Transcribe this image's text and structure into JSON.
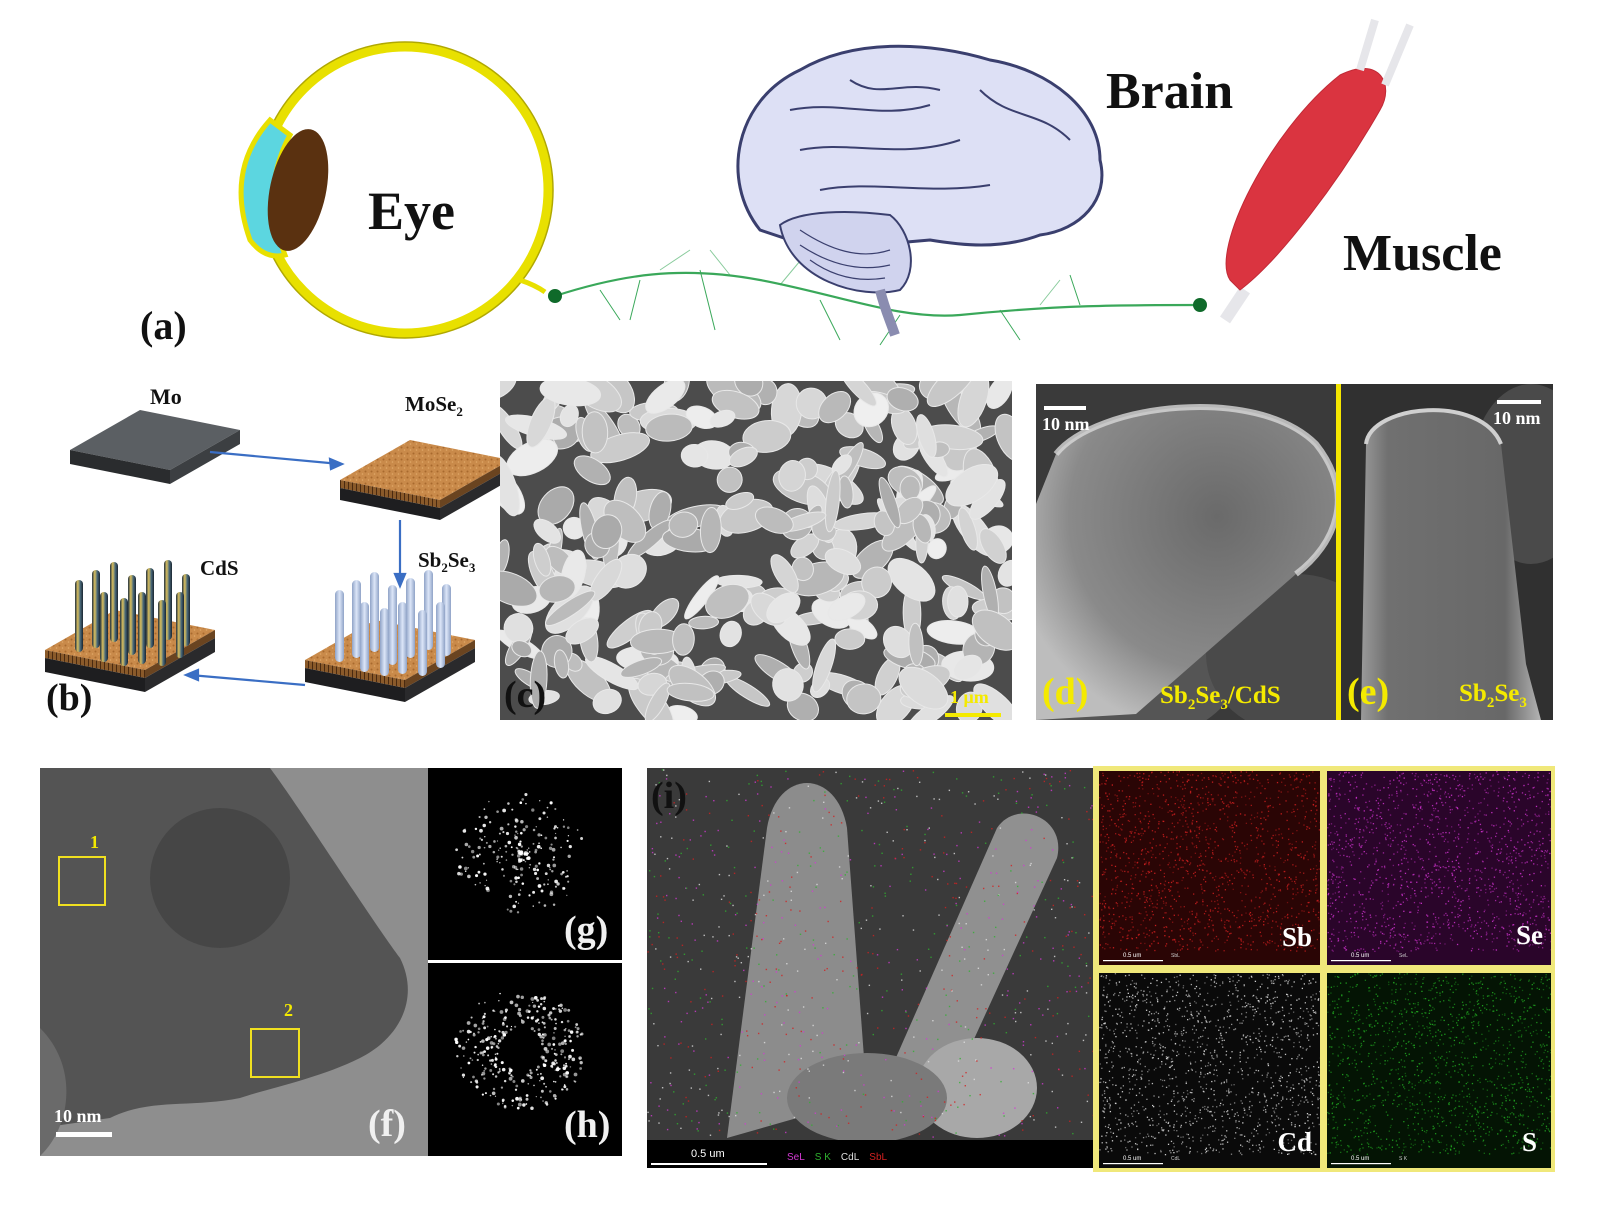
{
  "panel_a": {
    "label": "(a)",
    "eye_label": "Eye",
    "brain_label": "Brain",
    "muscle_label": "Muscle"
  },
  "panel_b": {
    "label": "(b)",
    "mo_label": "Mo",
    "mose2_label": "MoSe",
    "mose2_sub": "2",
    "sb2se3_label_a": "Sb",
    "sb2se3_sub_a": "2",
    "sb2se3_label_b": "Se",
    "sb2se3_sub_b": "3",
    "cds_label": "CdS"
  },
  "panel_c": {
    "label": "(c)",
    "scale": "1 μm"
  },
  "panel_d": {
    "label": "(d)",
    "scale": "10 nm",
    "caption_a": "Sb",
    "caption_sub_a": "2",
    "caption_b": "Se",
    "caption_sub_b": "3",
    "caption_c": "/CdS"
  },
  "panel_e": {
    "label": "(e)",
    "scale": "10 nm",
    "caption_a": "Sb",
    "caption_sub_a": "2",
    "caption_b": "Se",
    "caption_sub_b": "3"
  },
  "panel_f": {
    "label": "(f)",
    "scale": "10 nm",
    "box1": "1",
    "box2": "2"
  },
  "panel_g": {
    "label": "(g)"
  },
  "panel_h": {
    "label": "(h)"
  },
  "panel_i": {
    "label": "(i)",
    "scale": "0.5 um",
    "legend": [
      "SeL",
      "S K",
      "CdL",
      "SbL"
    ],
    "legend_colors": [
      "#d23ad2",
      "#2fb02f",
      "#e0e0e0",
      "#d22020"
    ]
  },
  "maps": [
    {
      "element": "Sb",
      "color": "#c81e1e",
      "bg": "#2a0505",
      "scale": "0.5 um",
      "sub": "SbL"
    },
    {
      "element": "Se",
      "color": "#c22fc2",
      "bg": "#2a052a",
      "scale": "0.5 um",
      "sub": "SeL"
    },
    {
      "element": "Cd",
      "color": "#d8d8d8",
      "bg": "#0a0a0a",
      "scale": "0.5 um",
      "sub": "CdL"
    },
    {
      "element": "S",
      "color": "#20a020",
      "bg": "#041404",
      "scale": "0.5 um",
      "sub": "S K"
    }
  ]
}
